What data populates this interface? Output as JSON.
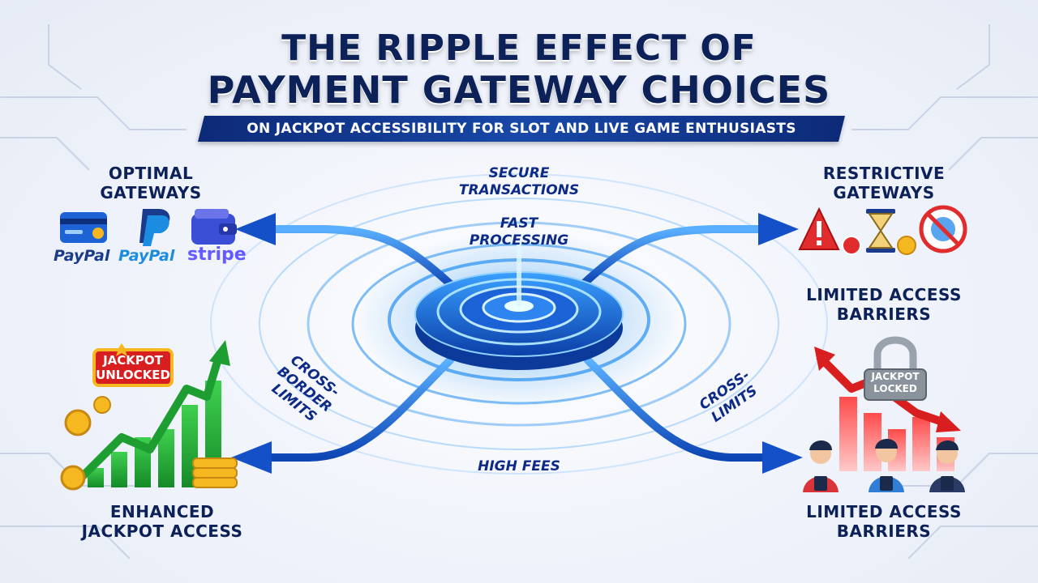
{
  "header": {
    "title_line1": "THE RIPPLE EFFECT OF",
    "title_line2": "PAYMENT GATEWAY CHOICES",
    "subtitle": "ON JACKPOT ACCESSIBILITY FOR SLOT AND LIVE GAME ENTHUSIASTS"
  },
  "left": {
    "heading": "OPTIMAL\nGATEWAYS",
    "brands": [
      "PayPal",
      "PayPal",
      "stripe"
    ],
    "badge": "JACKPOT\nUNLOCKED",
    "outcome": "ENHANCED\nJACKPOT ACCESS"
  },
  "right": {
    "heading": "RESTRICTIVE\nGATEWAYS",
    "barrier_heading": "LIMITED ACCESS\nBARRIERS",
    "lock_label": "JACKPOT\nLOCKED",
    "outcome": "LIMITED ACCESS\nBARRIERS"
  },
  "paths": {
    "secure": "SECURE\nTRANSACTIONS",
    "fast": "FAST\nPROCESSING",
    "cross_border": "CROSS-BORDER\nLIMITS",
    "cross_limits": "CROSS-\nLIMITS",
    "high_fees": "HIGH FEES"
  },
  "icons": {
    "left_row": [
      "credit-card-icon",
      "paypal-icon",
      "wallet-icon"
    ],
    "right_row": [
      "warning-icon",
      "hourglass-icon",
      "blocked-globe-icon"
    ]
  },
  "colors": {
    "navy": "#0d2159",
    "accent_blue": "#1e63d6",
    "positive_green": "#22a83a",
    "negative_red": "#e02c2c",
    "gold": "#f5b820"
  }
}
